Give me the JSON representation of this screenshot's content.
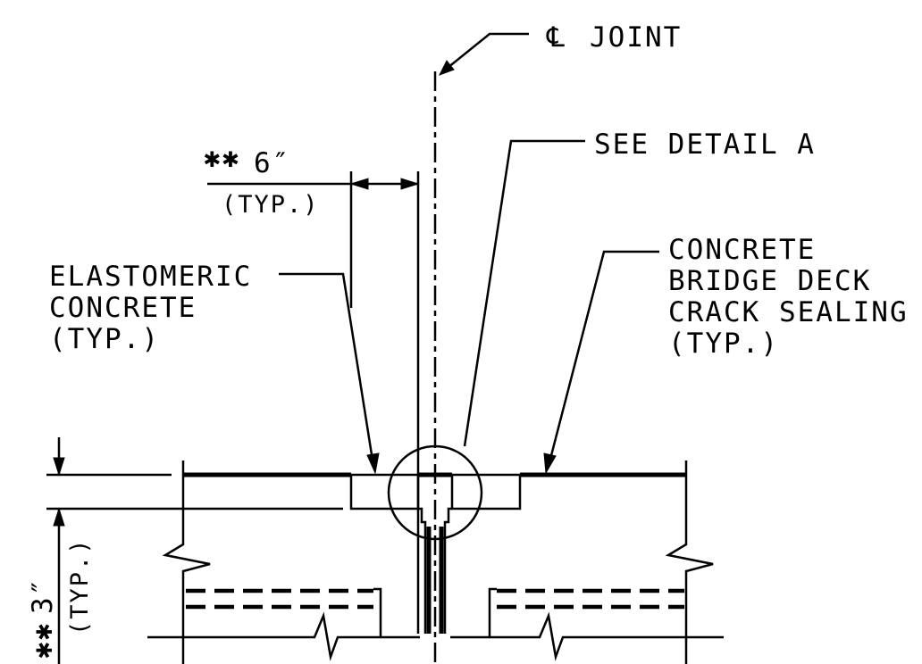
{
  "labels": {
    "cl_symbol": "℄",
    "cl_joint": "JOINT",
    "see_detail": "SEE DETAIL A",
    "dim_width_value": "6″",
    "dim_width_typ": "(TYP.)",
    "elastomeric_line1": "ELASTOMERIC",
    "elastomeric_line2": "CONCRETE",
    "elastomeric_line3": "(TYP.)",
    "sealing_line1": "CONCRETE",
    "sealing_line2": "BRIDGE DECK",
    "sealing_line3": "CRACK SEALING",
    "sealing_line4": "(TYP.)",
    "dim_depth_value": "3″",
    "dim_depth_typ": "(TYP.)",
    "double_asterisk": "✱✱"
  }
}
